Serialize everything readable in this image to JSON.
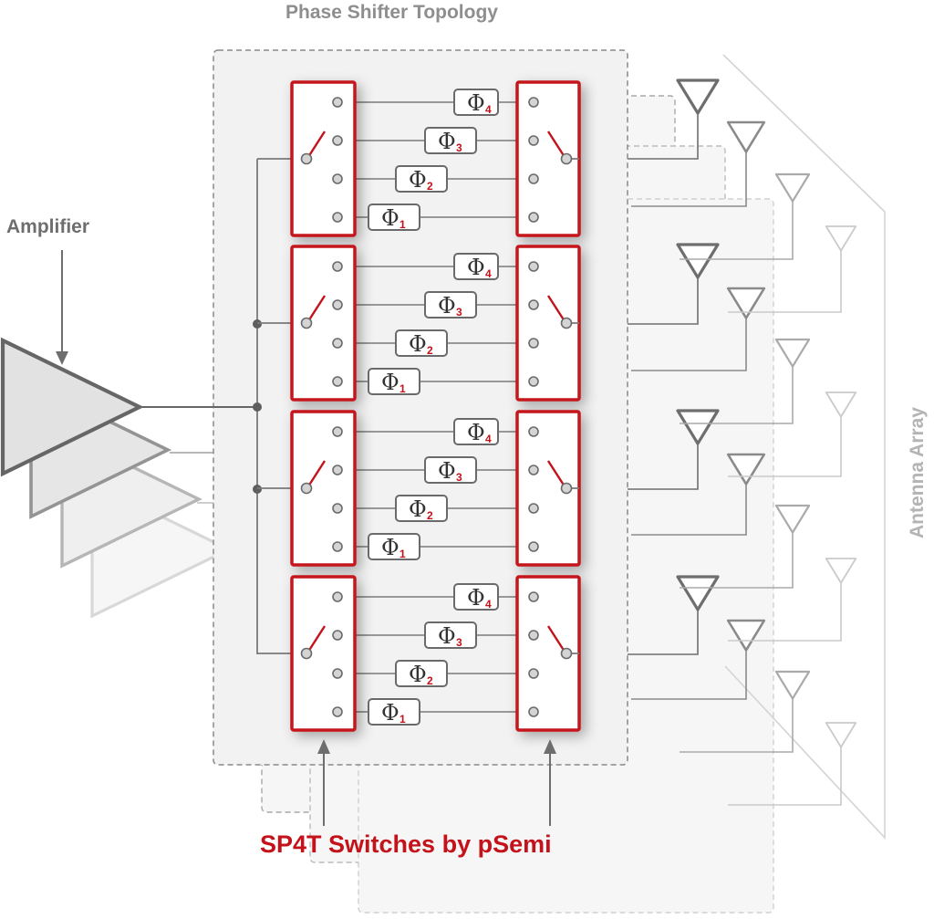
{
  "diagram": {
    "title": "Phase Shifter Topology",
    "amplifier_label": "Amplifier",
    "antenna_label": "Antenna Array",
    "switch_label": "SP4T Switches by pSemi",
    "phase_symbol": "Φ",
    "phase_indices": [
      "4",
      "3",
      "2",
      "1"
    ],
    "switch_rows": 4,
    "layers_behind": 3,
    "colors": {
      "switch_border": "#c4121a",
      "switch_text": "#c4121a",
      "line": "#7a7a7a",
      "title_text": "#8e8e8e",
      "antenna_text": "#b4b4b4"
    }
  }
}
